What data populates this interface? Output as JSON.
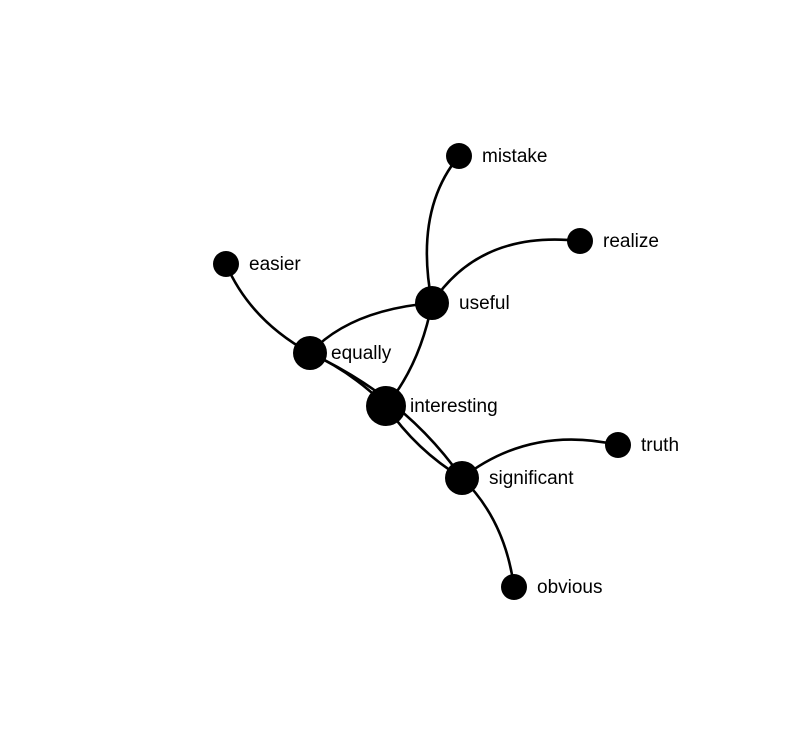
{
  "colors": {
    "node": "#000000",
    "edge": "#000000",
    "background": "#ffffff"
  },
  "nodes": [
    {
      "id": "mistake",
      "label": "mistake"
    },
    {
      "id": "realize",
      "label": "realize"
    },
    {
      "id": "easier",
      "label": "easier"
    },
    {
      "id": "useful",
      "label": "useful"
    },
    {
      "id": "equally",
      "label": "equally"
    },
    {
      "id": "interesting",
      "label": "interesting"
    },
    {
      "id": "truth",
      "label": "truth"
    },
    {
      "id": "significant",
      "label": "significant"
    },
    {
      "id": "obvious",
      "label": "obvious"
    }
  ],
  "edges": [
    {
      "source": "mistake",
      "target": "useful"
    },
    {
      "source": "realize",
      "target": "useful"
    },
    {
      "source": "easier",
      "target": "equally"
    },
    {
      "source": "equally",
      "target": "useful"
    },
    {
      "source": "equally",
      "target": "interesting"
    },
    {
      "source": "useful",
      "target": "interesting"
    },
    {
      "source": "interesting",
      "target": "significant"
    },
    {
      "source": "equally",
      "target": "significant"
    },
    {
      "source": "significant",
      "target": "truth"
    },
    {
      "source": "significant",
      "target": "obvious"
    }
  ]
}
